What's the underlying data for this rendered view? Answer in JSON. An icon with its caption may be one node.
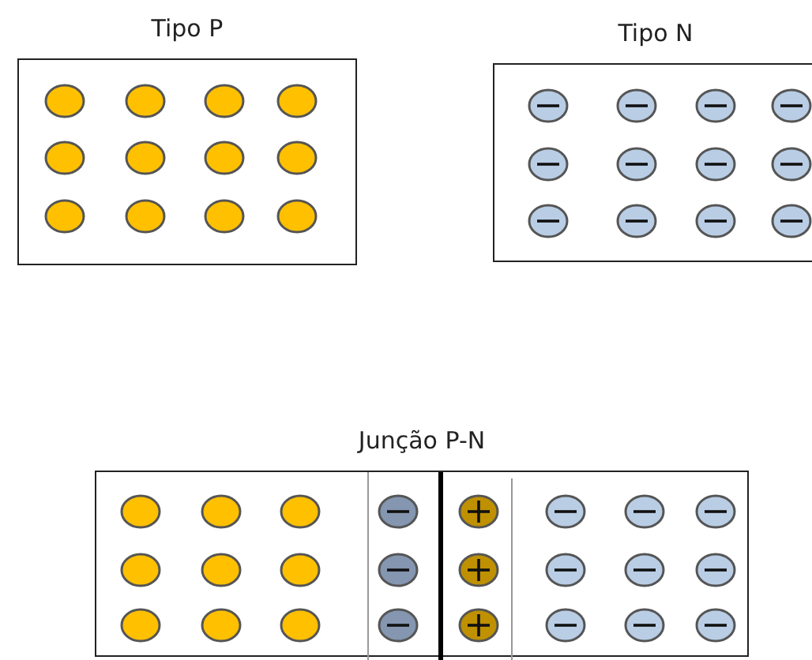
{
  "diagram": {
    "nodes": [
      {
        "text": [
          "Tipo P"
        ]
      },
      {
        "text": [
          "Tipo N"
        ]
      },
      {
        "text": [
          "Junção P-N"
        ]
      }
    ]
  }
}
